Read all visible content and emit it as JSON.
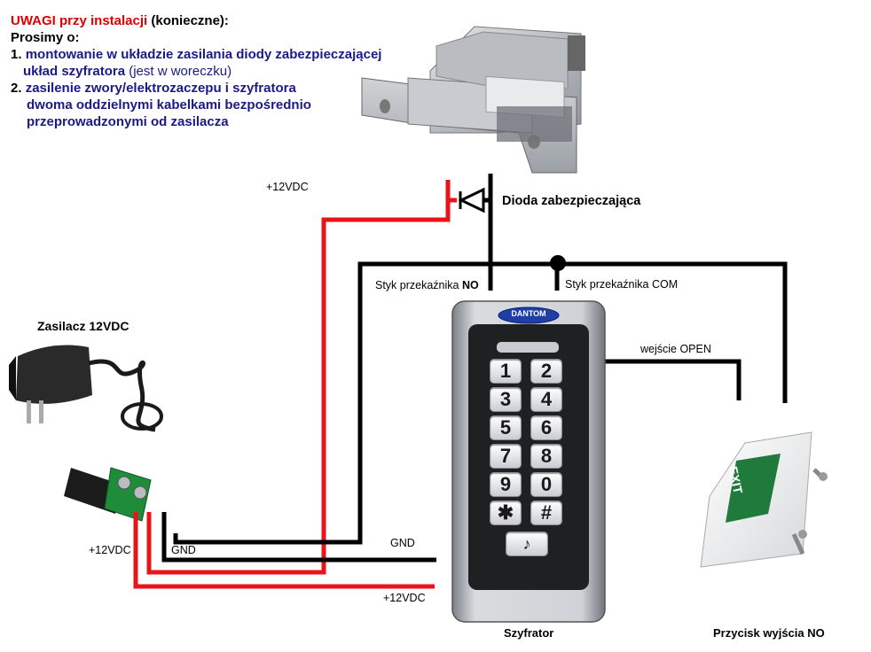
{
  "notes": {
    "line1_red": "UWAGI przy instalacji",
    "line1_black": "(konieczne):",
    "line2": "Prosimy o:",
    "line3_num": "1.",
    "line3": "montowanie w układzie zasilania diody zabezpieczającej",
    "line4_navy": "układ szyfratora",
    "line4_note": "(jest w woreczku)",
    "line5_num": "2.",
    "line5": "zasilenie zwory/elektrozaczepu i szyfratora",
    "line6": "dwoma oddzielnymi kabelkami bezpośrednio",
    "line7": "przeprowadzonymi od zasilacza"
  },
  "labels": {
    "vdc_top": "+12VDC",
    "diode": "Dioda zabezpieczająca",
    "relay_no_prefix": "Styk przekaźnika",
    "relay_no_suffix": "NO",
    "relay_com": "Styk przekaźnika COM",
    "open_input": "wejście OPEN",
    "psu_title": "Zasilacz 12VDC",
    "vdc_left": "+12VDC",
    "gnd_left": "GND",
    "gnd_mid": "GND",
    "vdc_bottom": "+12VDC",
    "keypad_caption": "Szyfrator",
    "button_caption": "Przycisk wyjścia NO"
  },
  "keypad": {
    "brand": "DANTOM",
    "keys": [
      [
        "1",
        "2"
      ],
      [
        "3",
        "4"
      ],
      [
        "5",
        "6"
      ],
      [
        "7",
        "8"
      ],
      [
        "9",
        "0"
      ],
      [
        "✱",
        "#"
      ]
    ]
  },
  "exit_button": {
    "text": "EXIT"
  },
  "colors": {
    "red_wire": "#e8141a",
    "black_wire": "#000000",
    "note_red": "#e00000",
    "note_navy": "#1b1a86"
  }
}
